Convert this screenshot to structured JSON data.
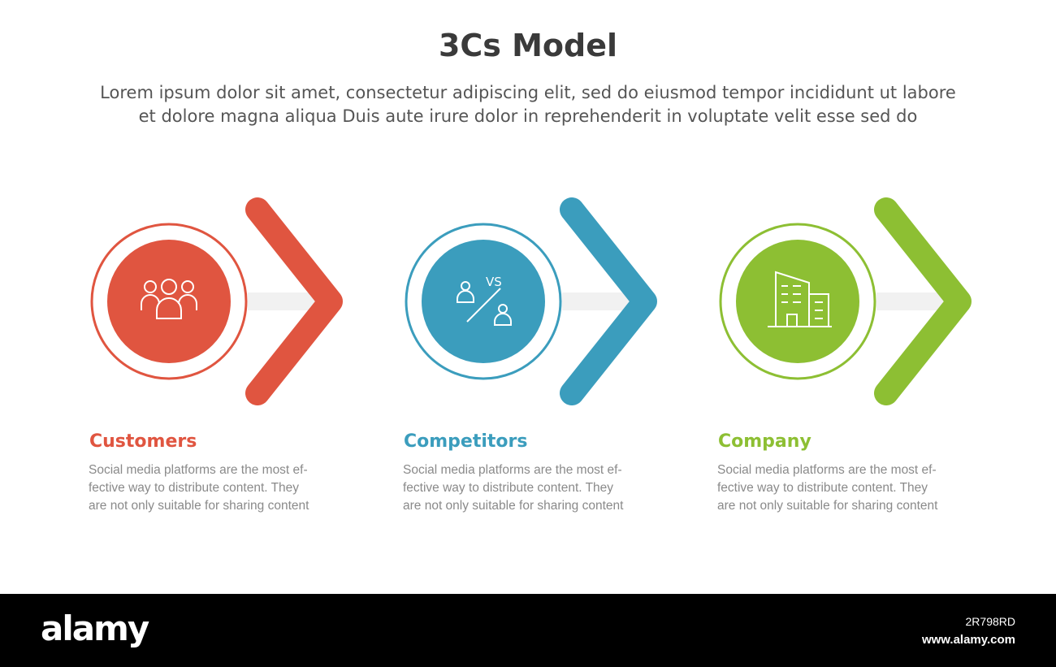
{
  "title": "3Cs Model",
  "subtitle": {
    "line1": "Lorem ipsum dolor sit amet, consectetur adipiscing elit, sed do eiusmod tempor incididunt ut labore",
    "line2": "et dolore magna aliqua Duis aute irure dolor in reprehenderit in voluptate velit esse sed do"
  },
  "items": [
    {
      "title": "Customers",
      "color": "#e05540",
      "icon": "people-group-icon",
      "desc": [
        "Social media platforms are the most ef-",
        "fective way to distribute content. They",
        "are not only suitable for sharing content"
      ]
    },
    {
      "title": "Competitors",
      "color": "#3b9dbd",
      "icon": "versus-icon",
      "icon_text": "VS",
      "desc": [
        "Social media platforms are the most ef-",
        "fective way to distribute content. They",
        "are not only suitable for sharing content"
      ]
    },
    {
      "title": "Company",
      "color": "#8dbf33",
      "icon": "building-icon",
      "desc": [
        "Social media platforms are the most ef-",
        "fective way to distribute content. They",
        "are not only suitable for sharing content"
      ]
    }
  ],
  "footer": {
    "logo": "alamy",
    "image_id": "2R798RD",
    "url": "www.alamy.com"
  }
}
